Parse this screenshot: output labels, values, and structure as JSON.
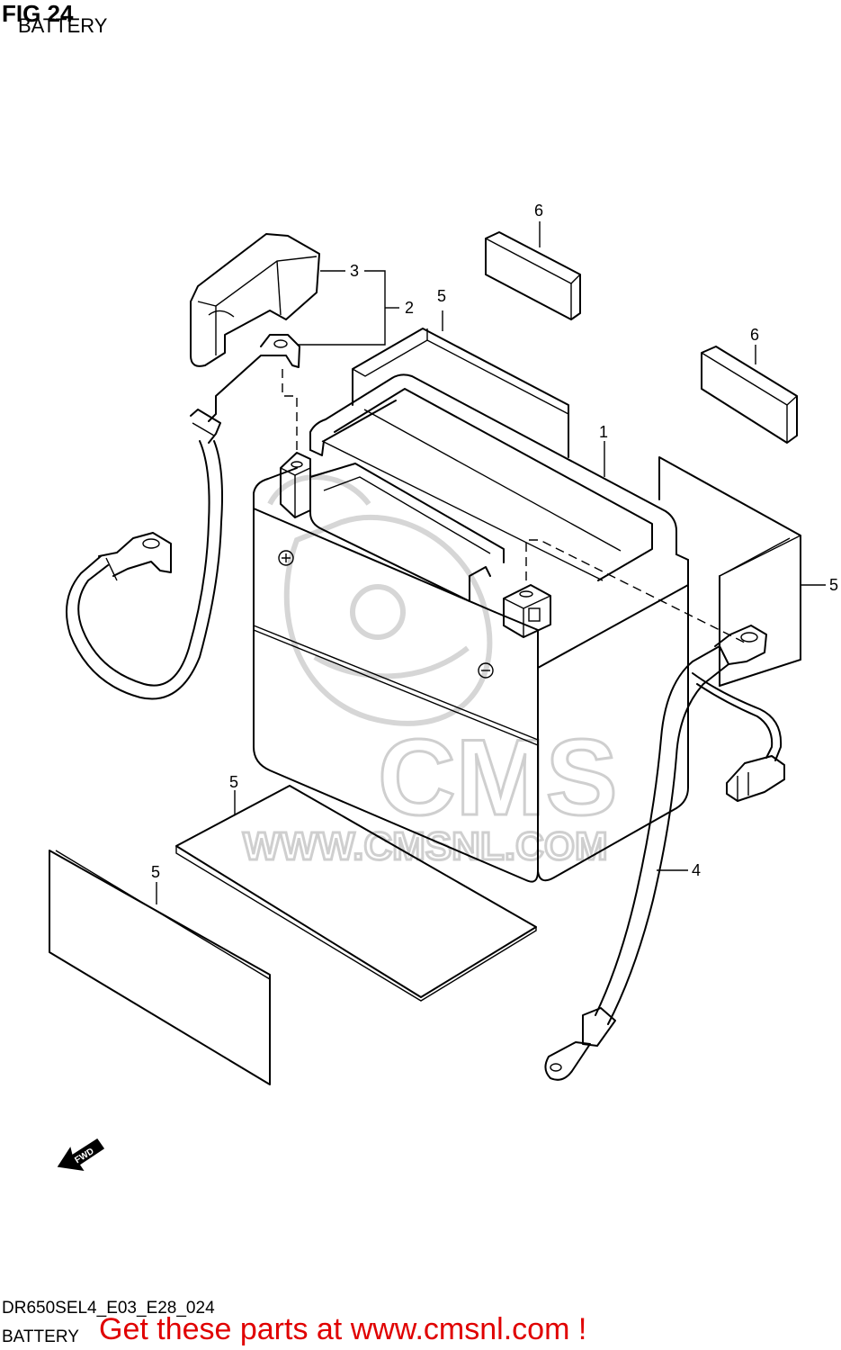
{
  "figure": {
    "title": "FIG 24",
    "subtitle": "BATTERY"
  },
  "footer": {
    "model_code": "DR650SEL4_E03_E28_024",
    "section_label": "BATTERY",
    "promo_text": "Get these parts at www.cmsnl.com !"
  },
  "watermark": {
    "brand": "CMS",
    "url": "WWW.CMSNL.COM"
  },
  "direction_marker": {
    "label": "FWD"
  },
  "callouts": [
    {
      "id": "1",
      "label": "1"
    },
    {
      "id": "2",
      "label": "2"
    },
    {
      "id": "3",
      "label": "3"
    },
    {
      "id": "4",
      "label": "4"
    },
    {
      "id": "5a",
      "label": "5"
    },
    {
      "id": "5b",
      "label": "5"
    },
    {
      "id": "5c",
      "label": "5"
    },
    {
      "id": "5d",
      "label": "5"
    },
    {
      "id": "6a",
      "label": "6"
    },
    {
      "id": "6b",
      "label": "6"
    }
  ],
  "colors": {
    "line": "#000000",
    "watermark": "#cfcfcf",
    "promo": "#e00000"
  }
}
